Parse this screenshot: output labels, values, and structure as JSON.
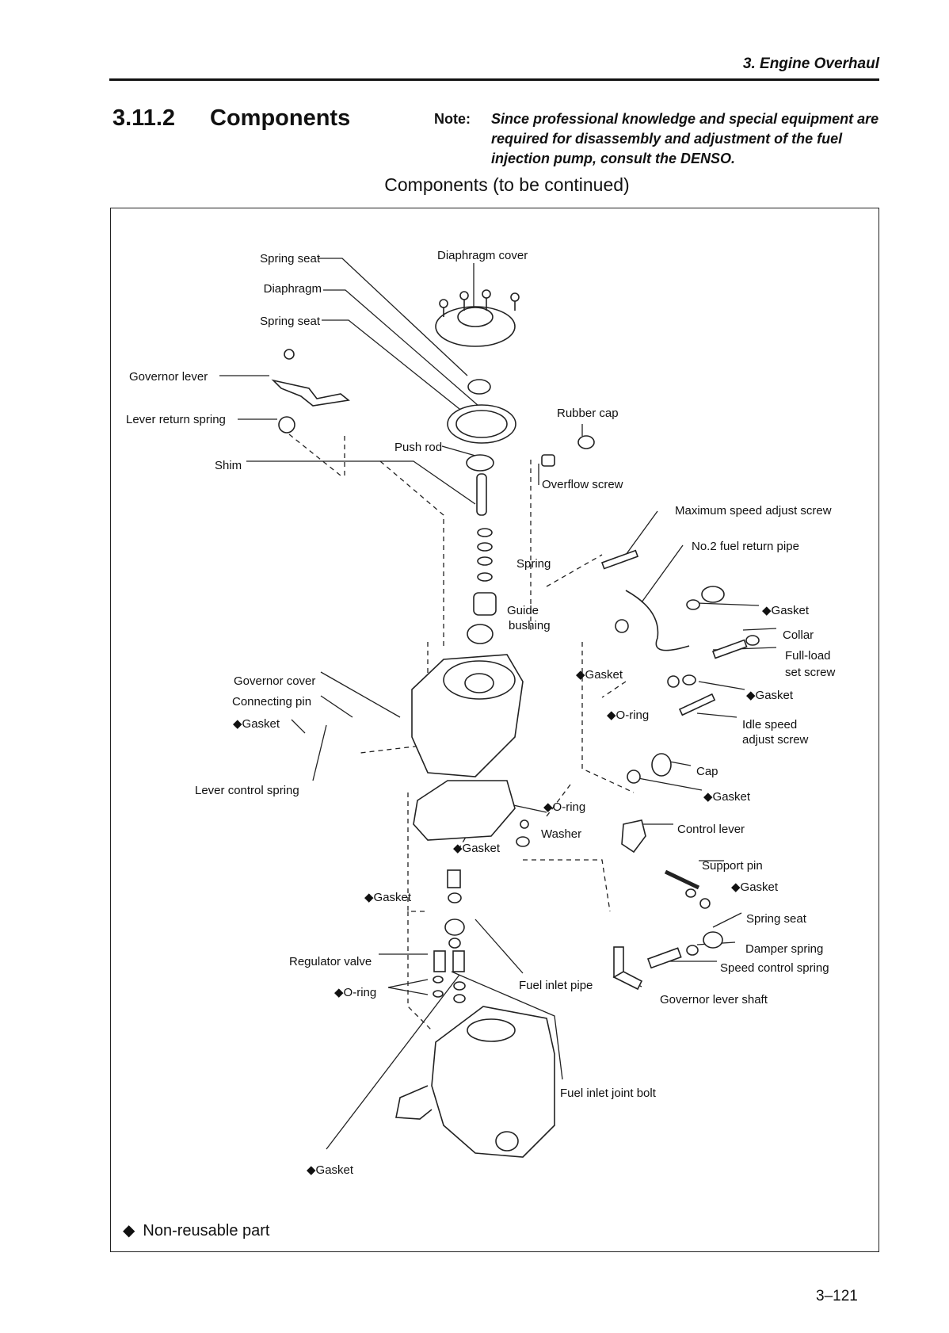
{
  "header": {
    "chapter": "3.  Engine Overhaul"
  },
  "section": {
    "number": "3.11.2",
    "title": "Components"
  },
  "note": {
    "label": "Note:",
    "text": "Since professional knowledge and special equipment are required for disassembly and adjustment of the fuel injection pump, consult the DENSO."
  },
  "figure": {
    "caption": "Components (to be continued)",
    "labels": {
      "spring_seat_1": "Spring seat",
      "diaphragm": "Diaphragm",
      "spring_seat_2": "Spring seat",
      "governor_lever": "Governor lever",
      "lever_return_spring": "Lever return spring",
      "shim": "Shim",
      "diaphragm_cover": "Diaphragm cover",
      "rubber_cap": "Rubber cap",
      "push_rod": "Push rod",
      "overflow_screw": "Overflow screw",
      "max_speed_adjust_screw": "Maximum speed adjust screw",
      "no2_fuel_return_pipe": "No.2 fuel return pipe",
      "spring": "Spring",
      "gasket_a": "◆Gasket",
      "guide_bushing_1": "Guide",
      "guide_bushing_2": "bushing",
      "collar": "Collar",
      "full_load_1": "Full-load",
      "full_load_2": "set screw",
      "gasket_b": "◆Gasket",
      "gasket_c": "◆Gasket",
      "governor_cover": "Governor cover",
      "connecting_pin": "Connecting pin",
      "gasket_d": "◆Gasket",
      "o_ring_a": "◆O-ring",
      "idle_speed_1": "Idle speed",
      "idle_speed_2": "adjust screw",
      "cap": "Cap",
      "lever_control_spring": "Lever control spring",
      "gasket_e": "◆Gasket",
      "o_ring_b": "◆O-ring",
      "washer": "Washer",
      "control_lever": "Control lever",
      "gasket_f": "◆Gasket",
      "support_pin": "Support pin",
      "gasket_g": "◆Gasket",
      "gasket_h": "◆Gasket",
      "spring_seat_3": "Spring seat",
      "damper_spring": "Damper spring",
      "regulator_valve": "Regulator valve",
      "speed_control_spring": "Speed control spring",
      "o_ring_c": "◆O-ring",
      "fuel_inlet_pipe": "Fuel inlet pipe",
      "governor_lever_shaft": "Governor lever shaft",
      "fuel_inlet_joint_bolt": "Fuel inlet joint bolt",
      "gasket_i": "◆Gasket"
    },
    "legend": {
      "symbol": "◆",
      "text": "Non-reusable part"
    }
  },
  "footer": {
    "page_number": "3–121"
  }
}
